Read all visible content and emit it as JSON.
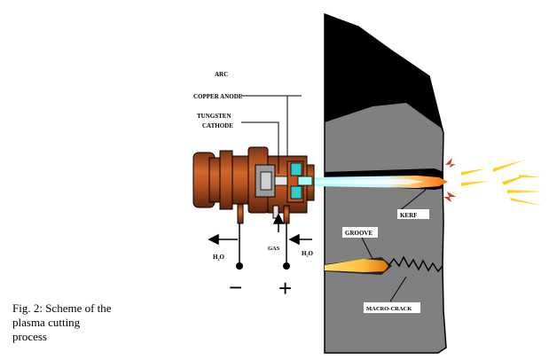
{
  "labels": {
    "arc": "ARC",
    "copper_anode": "COPPER ANODE",
    "tungsten_line1": "TUNGSTEN",
    "tungsten_line2": "CATHODE",
    "kerf": "KERF",
    "groove": "GROOVE",
    "macro_crack": "MACRO-CRACK",
    "gas": "GAS",
    "h2o_left": "H₂O",
    "h2o_right": "H₂O",
    "minus": "−",
    "plus": "+"
  },
  "caption": {
    "line1": "Fig. 2:   Scheme of the",
    "line2": "plasma cutting",
    "line3": "process"
  },
  "colors": {
    "workpiece": "#808080",
    "torch_body": "#a0522d",
    "torch_dark": "#6b2a10",
    "nozzle_cyan": "#33cccc",
    "flame_orange": "#ff8c1a",
    "flame_yellow": "#ffd21a"
  }
}
